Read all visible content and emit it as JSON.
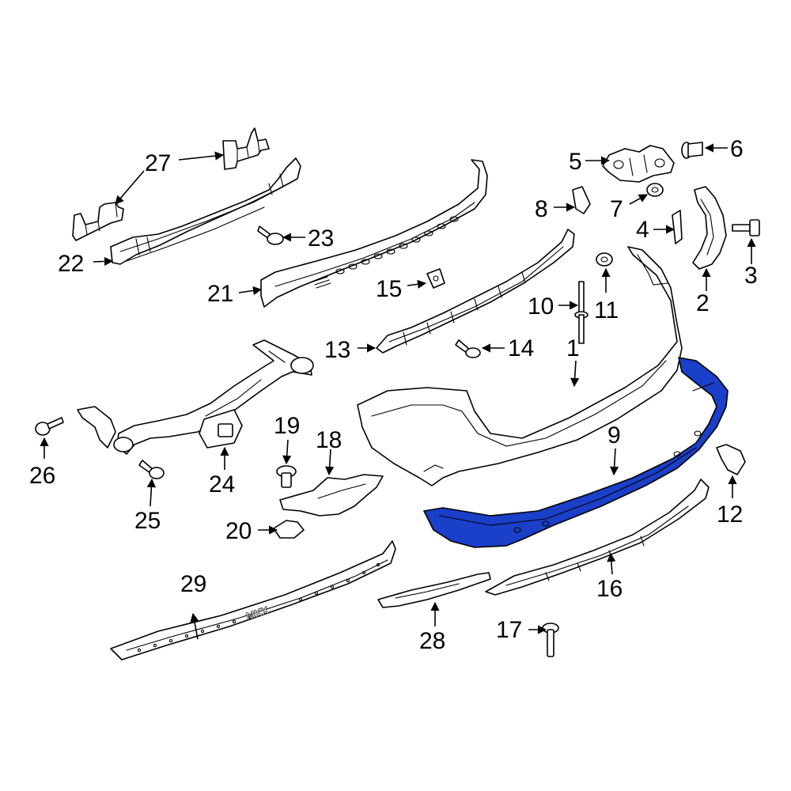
{
  "highlight_color": "#1a3fc8",
  "callouts": {
    "c1": "1",
    "c2": "2",
    "c3": "3",
    "c4": "4",
    "c5": "5",
    "c6": "6",
    "c7": "7",
    "c8": "8",
    "c9": "9",
    "c10": "10",
    "c11": "11",
    "c12": "12",
    "c13": "13",
    "c14": "14",
    "c15": "15",
    "c16": "16",
    "c17": "17",
    "c18": "18",
    "c19": "19",
    "c20": "20",
    "c21": "21",
    "c22": "22",
    "c23": "23",
    "c24": "24",
    "c25": "25",
    "c26": "26",
    "c27": "27",
    "c28": "28",
    "c29": "29"
  },
  "emboss_text": "MKX"
}
